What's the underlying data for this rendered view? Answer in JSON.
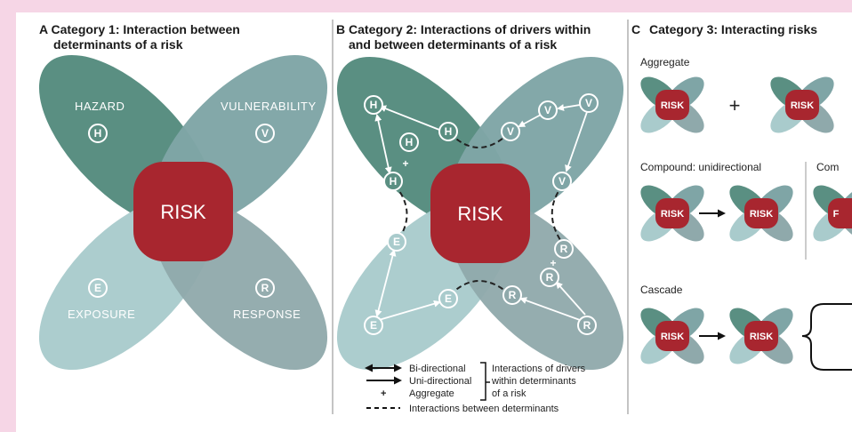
{
  "panelA": {
    "letter": "A",
    "title_line1": "Category 1: Interaction between",
    "title_line2": "determinants of a risk",
    "hazard": "HAZARD",
    "vulnerability": "VULNERABILITY",
    "exposure": "EXPOSURE",
    "response": "RESPONSE",
    "risk": "RISK",
    "H": "H",
    "V": "V",
    "E": "E",
    "R": "R"
  },
  "panelB": {
    "letter": "B",
    "title_line1": "Category 2: Interactions of drivers within",
    "title_line2": "and between determinants of a risk",
    "risk": "RISK",
    "H": "H",
    "V": "V",
    "E": "E",
    "R": "R",
    "plus": "+",
    "legend": {
      "bidirectional": "Bi-directional",
      "unidirectional": "Uni-directional",
      "aggregate": "Aggregate",
      "plus": "+",
      "within_line1": "Interactions of drivers",
      "within_line2": "within determinants",
      "within_line3": "of a risk",
      "between": "Interactions between determinants"
    }
  },
  "panelC": {
    "letter": "C",
    "title": "Category 3: Interacting risks",
    "aggregate": "Aggregate",
    "plus": "+",
    "compound": "Compound: unidirectional",
    "compound_cut": "Com",
    "cascade": "Cascade",
    "risk": "RISK",
    "risk_cut": "F"
  },
  "colors": {
    "hazard": "#5a8f82",
    "vulnerability": "#7fa5a6",
    "exposure": "#a9cbcc",
    "response": "#8fa9ab",
    "risk": "#a8262f"
  }
}
